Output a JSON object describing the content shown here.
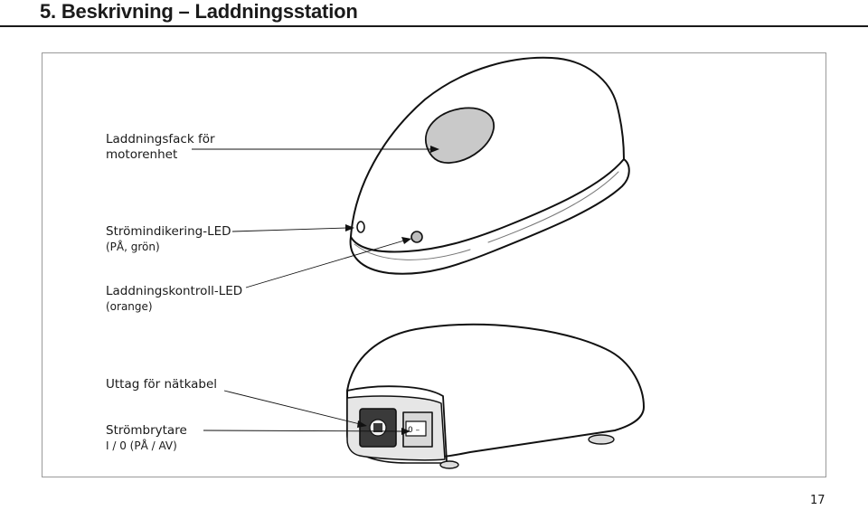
{
  "header": {
    "title": "5. Beskrivning – Laddningsstation"
  },
  "labels": {
    "compartment_line1": "Laddningsfack för",
    "compartment_line2": "motorenhet",
    "power_led_line1": "Strömindikering-LED",
    "power_led_line2": "(PÅ, grön)",
    "charge_led_line1": "Laddningskontroll-LED",
    "charge_led_line2": "(orange)",
    "socket": "Uttag för nätkabel",
    "switch_line1": "Strömbrytare",
    "switch_line2": "I / 0 (PÅ / AV)"
  },
  "switch_glyph": "0 –",
  "footer": {
    "page_number": "17"
  }
}
